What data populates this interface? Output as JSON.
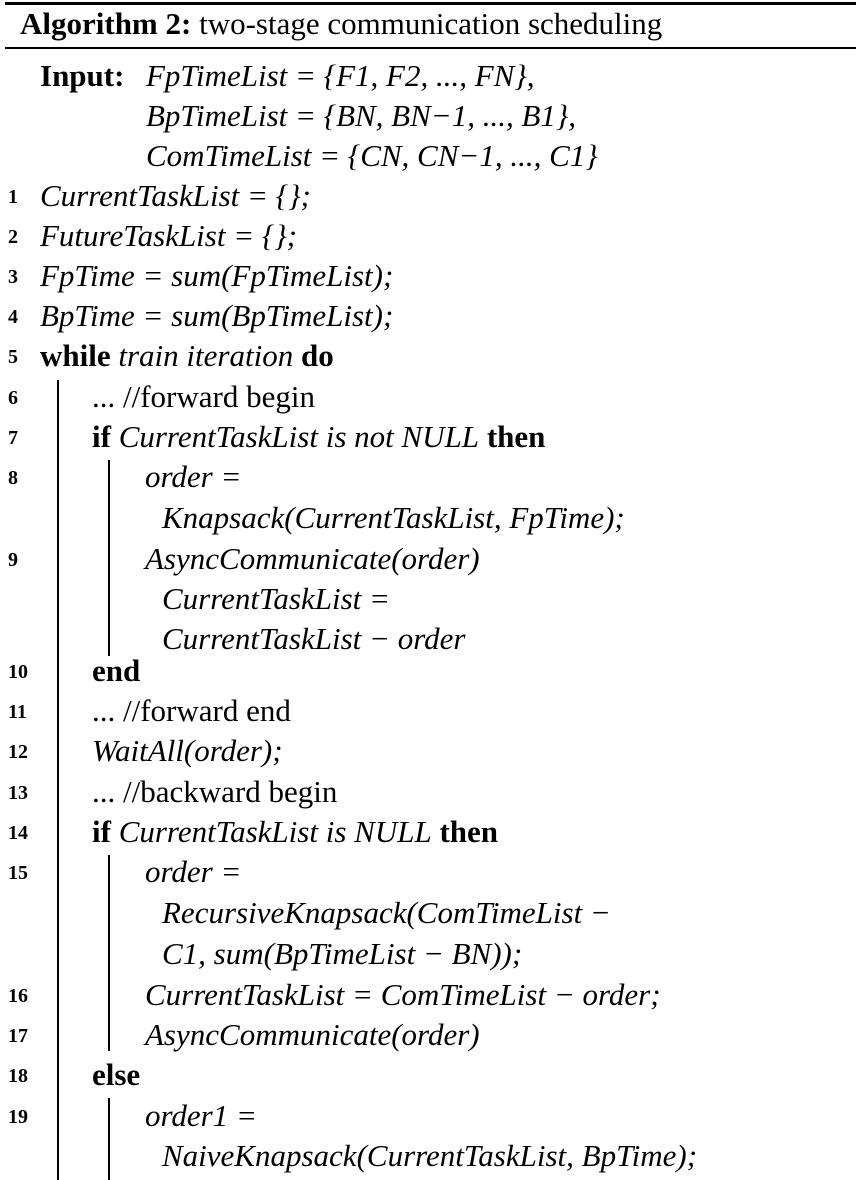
{
  "caption": {
    "label": "Algorithm 2:",
    "title": "two-stage communication scheduling"
  },
  "input": {
    "label": "Input:",
    "lines": [
      "FpTimeList = {F1, F2, ..., FN},",
      "BpTimeList = {BN, BN−1, ..., B1},",
      "ComTimeList = {CN, CN−1, ..., C1}"
    ]
  },
  "lines": [
    {
      "num": "1",
      "text": "CurrentTaskList = {};"
    },
    {
      "num": "2",
      "text": "FutureTaskList = {};"
    },
    {
      "num": "3",
      "text": "FpTime = sum(FpTimeList);"
    },
    {
      "num": "4",
      "text": "BpTime = sum(BpTimeList);"
    },
    {
      "num": "5",
      "kw1": "while",
      "cond": "train iteration",
      "kw2": "do"
    },
    {
      "num": "6",
      "text": "... //forward begin"
    },
    {
      "num": "7",
      "kw1": "if",
      "cond": "CurrentTaskList is not NULL",
      "kw2": "then"
    },
    {
      "num": "8",
      "text": "order =",
      "cont": [
        "Knapsack(CurrentTaskList, FpTime);"
      ]
    },
    {
      "num": "9",
      "text": "AsyncCommunicate(order)",
      "cont": [
        "CurrentTaskList =",
        "CurrentTaskList − order"
      ]
    },
    {
      "num": "10",
      "kw1": "end"
    },
    {
      "num": "11",
      "text": "... //forward end"
    },
    {
      "num": "12",
      "text": "WaitAll(order);"
    },
    {
      "num": "13",
      "text": "... //backward begin"
    },
    {
      "num": "14",
      "kw1": "if",
      "cond": "CurrentTaskList is NULL",
      "kw2": "then"
    },
    {
      "num": "15",
      "text": "order =",
      "cont": [
        "RecursiveKnapsack(ComTimeList −",
        "C1, sum(BpTimeList − BN));"
      ]
    },
    {
      "num": "16",
      "text": "CurrentTaskList = ComTimeList − order;"
    },
    {
      "num": "17",
      "text": "AsyncCommunicate(order)"
    },
    {
      "num": "18",
      "kw1": "else"
    },
    {
      "num": "19",
      "text": "order1 =",
      "cont": [
        "NaiveKnapsack(CurrentTaskList, BpTime);"
      ]
    }
  ]
}
